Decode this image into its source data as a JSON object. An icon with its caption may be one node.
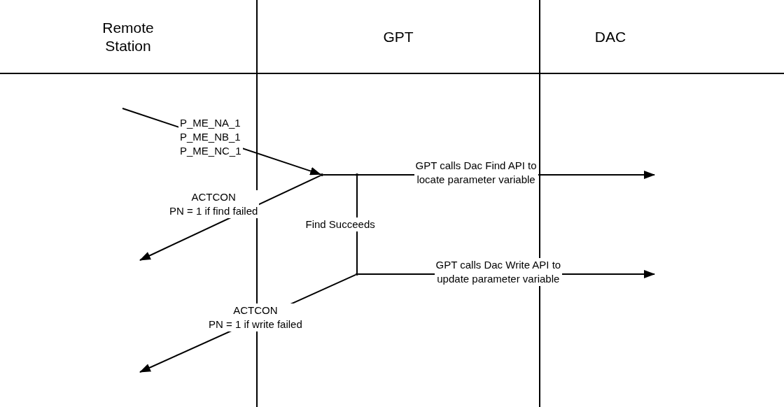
{
  "diagram": {
    "nodes": [
      {
        "text": [
          "Remote Station"
        ]
      },
      {
        "text": [
          "GPT"
        ]
      },
      {
        "text": [
          "DAC"
        ]
      },
      {
        "text": [],
        "shape": "point",
        "in": 1
      },
      {
        "text": [],
        "shape": "point",
        "in": 1
      },
      {
        "text": [],
        "shape": "point",
        "in": 1
      }
    ],
    "edges": [
      {
        "from": 0,
        "to": 3,
        "arrow": "to",
        "label": "P_ME_NA_1 P_ME_NB_1 P_ME_NC_1"
      },
      {
        "from": 3,
        "to": null,
        "arrow": "to",
        "label": "GPT calls Dac Find API to locate parameter variable"
      },
      {
        "from": 3,
        "to": 0,
        "arrow": "to",
        "label": "ACTCON PN = 1 if find failed"
      },
      {
        "from": 4,
        "to": 5,
        "arrow": "none",
        "label": "Find Succeeds"
      },
      {
        "from": 5,
        "to": null,
        "arrow": "to",
        "label": "GPT calls Dac Write API to update parameter variable"
      },
      {
        "from": 5,
        "to": 0,
        "arrow": "to",
        "label": "ACTCON PN = 1 if write failed"
      }
    ]
  }
}
